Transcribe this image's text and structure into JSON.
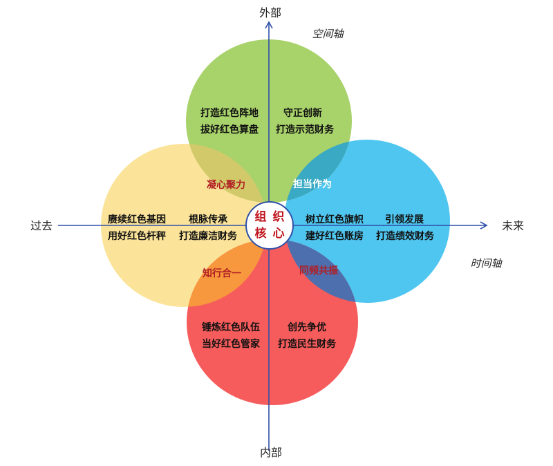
{
  "axes": {
    "top_label": "外部",
    "bottom_label": "内部",
    "left_label": "过去",
    "right_label": "未来",
    "vertical_axis_name": "空间轴",
    "horizontal_axis_name": "时间轴",
    "axis_color": "#2e4fa8"
  },
  "center": {
    "chars": [
      "组",
      "织",
      "核",
      "心"
    ],
    "text_color": "#c0141c",
    "border_color": "#2e4fa8"
  },
  "circles": {
    "top": {
      "color": "#a8d26a",
      "lines": [
        [
          "打造红色阵地",
          "守正创新"
        ],
        [
          "拔好红色算盘",
          "打造示范财务"
        ]
      ]
    },
    "left": {
      "color": "#fbe49a",
      "lines": [
        [
          "赓续红色基因",
          "根脉传承"
        ],
        [
          "用好红色杆秤",
          "打造廉洁财务"
        ]
      ]
    },
    "right": {
      "color": "#4fc6f0",
      "lines": [
        [
          "树立红色旗帜",
          "引领发展"
        ],
        [
          "建好红色账房",
          "打造绩效财务"
        ]
      ]
    },
    "bottom": {
      "color": "#f65c5c",
      "lines": [
        [
          "锤炼红色队伍",
          "创先争优"
        ],
        [
          "当好红色管家",
          "打造民生财务"
        ]
      ]
    }
  },
  "overlaps": {
    "top_left": {
      "label": "凝心聚力",
      "color": "#d2ca6a",
      "text_color": "#b01e24"
    },
    "top_right": {
      "label": "担当作为",
      "color": "#3aa9c4",
      "text_color": "#ffffff"
    },
    "bottom_left": {
      "label": "知行合一",
      "color": "#f8983e",
      "text_color": "#b01e24"
    },
    "bottom_right": {
      "label": "同频共振",
      "color": "#4d6fae",
      "text_color": "#b01e24"
    }
  }
}
